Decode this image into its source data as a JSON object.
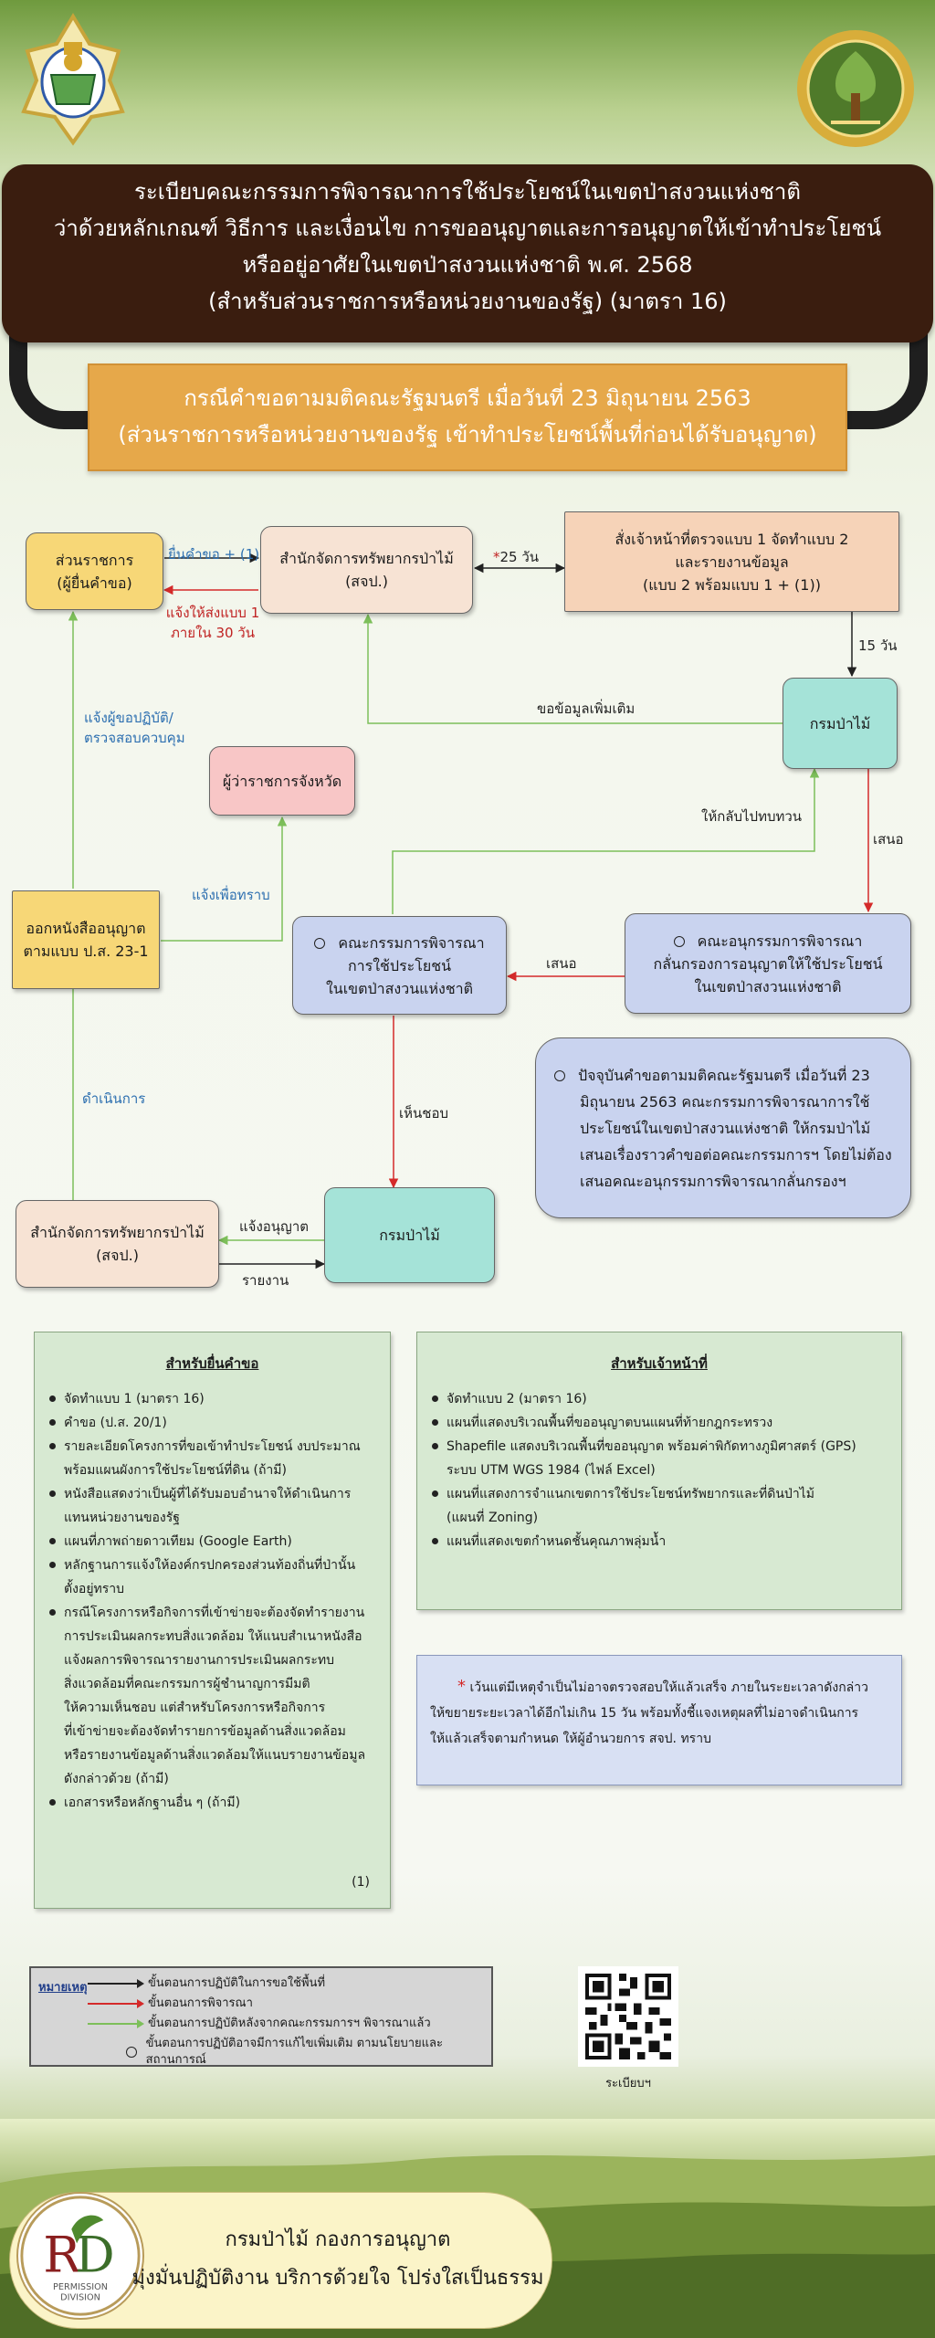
{
  "header": {
    "title_lines": [
      "ระเบียบคณะกรรมการพิจารณาการใช้ประโยชน์ในเขตป่าสงวนแห่งชาติ",
      "ว่าด้วยหลักเกณฑ์ วิธีการ และเงื่อนไข การขออนุญาตและการอนุญาตให้เข้าทำประโยชน์",
      "หรืออยู่อาศัยในเขตป่าสงวนแห่งชาติ พ.ศ. 2568",
      "(สำหรับส่วนราชการหรือหน่วยงานของรัฐ) (มาตรา 16)"
    ],
    "case_lines": [
      "กรณีคำขอตามมติคณะรัฐมนตรี เมื่อวันที่ 23 มิถุนายน 2563",
      "(ส่วนราชการหรือหน่วยงานของรัฐ เข้าทำประโยชน์พื้นที่ก่อนได้รับอนุญาต)"
    ]
  },
  "flow": {
    "applicant": [
      "ส่วนราชการ",
      "(ผู้ยื่นคำขอ)"
    ],
    "provincial_office_top": [
      "สำนักจัดการทรัพยากรป่าไม้",
      "(สจป.)"
    ],
    "officer_box": [
      "สั่งเจ้าหน้าที่ตรวจแบบ 1 จัดทำแบบ 2",
      "และรายงานข้อมูล",
      "(แบบ 2 พร้อมแบบ 1 + (1))"
    ],
    "rfd_top": "กรมป่าไม้",
    "governor": "ผู้ว่าราชการจังหวัด",
    "permit_issue": [
      "ออกหนังสืออนุญาต",
      "ตามแบบ ป.ส. 23-1"
    ],
    "committee": [
      "คณะกรรมการพิจารณา",
      "การใช้ประโยชน์",
      "ในเขตป่าสงวนแห่งชาติ"
    ],
    "subcommittee": [
      "คณะอนุกรรมการพิจารณา",
      "กลั่นกรองการอนุญาตให้ใช้ประโยชน์",
      "ในเขตป่าสงวนแห่งชาติ"
    ],
    "current_note": [
      "ปัจจุบันคำขอตามมติคณะรัฐมนตรี เมื่อวันที่ 23",
      "มิถุนายน 2563 คณะกรรมการพิจารณาการใช้",
      "ประโยชน์ในเขตป่าสงวนแห่งชาติ ให้กรมป่าไม้",
      "เสนอเรื่องราวคำขอต่อคณะกรรมการฯ โดยไม่ต้อง",
      "เสนอคณะอนุกรรมการพิจารณากลั่นกรองฯ"
    ],
    "provincial_office_bottom": [
      "สำนักจัดการทรัพยากรป่าไม้",
      "(สจป.)"
    ],
    "rfd_bottom": "กรมป่าไม้",
    "labels": {
      "submit": "ยื่นคำขอ + (1)",
      "days25": "25 วัน",
      "days25_star": "*",
      "notify_send1": [
        "แจ้งให้ส่งแบบ 1",
        "ภายใน 30 วัน"
      ],
      "days15": "15 วัน",
      "more_info": "ขอข้อมูลเพิ่มเติม",
      "review": "ให้กลับไปทบทวน",
      "propose1": "เสนอ",
      "propose2": "เสนอ",
      "notify_comply": [
        "แจ้งผู้ขอปฏิบัติ/",
        "ตรวจสอบควบคุม"
      ],
      "notify_ack": "แจ้งเพื่อทราบ",
      "proceed": "ดำเนินการ",
      "approve": "เห็นชอบ",
      "notify_permit": "แจ้งอนุญาต",
      "report": "รายงาน"
    }
  },
  "applicant_docs": {
    "title": "สำหรับยื่นคำขอ",
    "items": [
      [
        "จัดทำแบบ 1 (มาตรา 16)"
      ],
      [
        "คำขอ (ป.ส. 20/1)"
      ],
      [
        "รายละเอียดโครงการที่ขอเข้าทำประโยชน์ งบประมาณ",
        "พร้อมแผนผังการใช้ประโยชน์ที่ดิน (ถ้ามี)"
      ],
      [
        "หนังสือแสดงว่าเป็นผู้ที่ได้รับมอบอำนาจให้ดำเนินการ",
        "แทนหน่วยงานของรัฐ"
      ],
      [
        "แผนที่ภาพถ่ายดาวเทียม (Google Earth)"
      ],
      [
        "หลักฐานการแจ้งให้องค์กรปกครองส่วนท้องถิ่นที่ป่านั้น",
        "ตั้งอยู่ทราบ"
      ],
      [
        "กรณีโครงการหรือกิจการที่เข้าข่ายจะต้องจัดทำรายงาน",
        "การประเมินผลกระทบสิ่งแวดล้อม ให้แนบสำเนาหนังสือ",
        "แจ้งผลการพิจารณารายงานการประเมินผลกระทบ",
        "สิ่งแวดล้อมที่คณะกรรมการผู้ชำนาญการมีมติ",
        "ให้ความเห็นชอบ แต่สำหรับโครงการหรือกิจการ",
        "ที่เข้าข่ายจะต้องจัดทำรายการข้อมูลด้านสิ่งแวดล้อม",
        "หรือรายงานข้อมูลด้านสิ่งแวดล้อมให้แนบรายงานข้อมูล",
        "ดังกล่าวด้วย (ถ้ามี)"
      ],
      [
        "เอกสารหรือหลักฐานอื่น ๆ (ถ้ามี)"
      ]
    ],
    "footnote": "(1)"
  },
  "officer_docs": {
    "title": "สำหรับเจ้าหน้าที่",
    "items": [
      [
        "จัดทำแบบ 2 (มาตรา 16)"
      ],
      [
        "แผนที่แสดงบริเวณพื้นที่ขออนุญาตบนแผนที่ท้ายกฎกระทรวง"
      ],
      [
        "Shapefile แสดงบริเวณพื้นที่ขออนุญาต พร้อมค่าพิกัดทางภูมิศาสตร์ (GPS)",
        "ระบบ UTM WGS 1984 (ไฟล์ Excel)"
      ],
      [
        "แผนที่แสดงการจำแนกเขตการใช้ประโยชน์ทรัพยากรและที่ดินป่าไม้",
        "(แผนที่ Zoning)"
      ],
      [
        "แผนที่แสดงเขตกำหนดชั้นคุณภาพลุ่มน้ำ"
      ]
    ]
  },
  "remark": {
    "star": "*",
    "text_lines": [
      "เว้นแต่มีเหตุจำเป็นไม่อาจตรวจสอบให้แล้วเสร็จ ภายในระยะเวลาดังกล่าว",
      "ให้ขยายระยะเวลาได้อีกไม่เกิน 15 วัน พร้อมทั้งชี้แจงเหตุผลที่ไม่อาจดำเนินการ",
      "ให้แล้วเสร็จตามกำหนด ให้ผู้อำนวยการ สจป. ทราบ"
    ]
  },
  "legend": {
    "title": "หมายเหตุ",
    "rows": [
      {
        "text": "ขั้นตอนการปฏิบัติในการขอใช้พื้นที่",
        "color": "#222222"
      },
      {
        "text": "ขั้นตอนการพิจารณา",
        "color": "#d42a2a"
      },
      {
        "text": "ขั้นตอนการปฏิบัติหลังจากคณะกรรมการฯ พิจารณาแล้ว",
        "color": "#7dbf5a"
      },
      {
        "text": "ขั้นตอนการปฏิบัติอาจมีการแก้ไขเพิ่มเติม ตามนโยบายและสถานการณ์",
        "color": ""
      }
    ]
  },
  "qr_label": "ระเบียบฯ",
  "footer": {
    "lines": [
      "กรมป่าไม้ กองการอนุญาต",
      "มุ่งมั่นปฏิบัติงาน บริการด้วยใจ โปร่งใสเป็นธรรม"
    ],
    "logo_text": [
      "PERMISSION",
      "DIVISION"
    ]
  },
  "colors": {
    "black_flow": "#222222",
    "red_flow": "#d42a2a",
    "green_flow": "#7dbf5a",
    "title_bg": "#3a1d0f",
    "case_bg": "#e6a84a"
  }
}
